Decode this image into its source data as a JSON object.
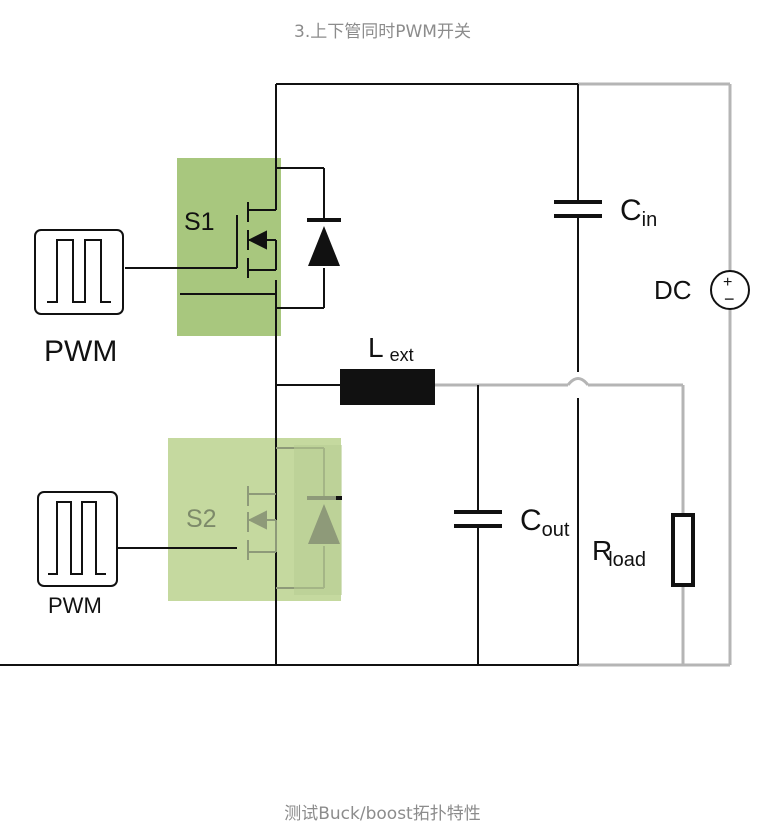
{
  "title": "3.上下管同时PWM开关",
  "footer": "测试Buck/boost拓扑特性",
  "diagram": {
    "s1_label": "S1",
    "s2_label": "S2",
    "pwm_top_label": "PWM",
    "pwm_bottom_label": "PWM",
    "inductor_label_main": "L",
    "inductor_label_sub": "ext",
    "cin_label_main": "C",
    "cin_label_sub": "in",
    "cout_label_main": "C",
    "cout_label_sub": "out",
    "rload_label_main": "R",
    "rload_label_sub": "load",
    "dc_label": "DC",
    "dc_plus": "+",
    "dc_minus": "−"
  },
  "colors": {
    "wire_dark": "#111111",
    "wire_gray": "#b5b5b5",
    "s1_highlight": "#a8c77e",
    "s2_highlight": "#c5d99f",
    "s2_faded_stroke": "#8e9a79",
    "caption_text": "#8c8c8c"
  }
}
